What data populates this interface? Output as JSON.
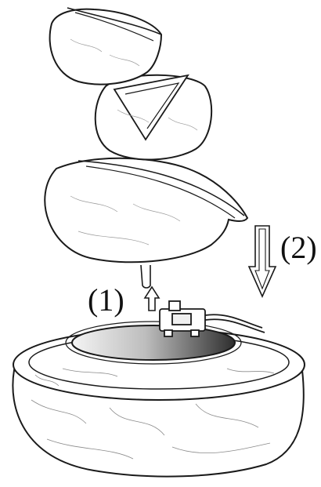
{
  "labels": {
    "step_1": "(1)",
    "step_2": "(2)"
  },
  "colors": {
    "line": "#1a1a1a",
    "sketch": "#6b6b6b",
    "paper": "#ffffff",
    "pump_body": "#ffffff",
    "basin_top_light": "#f2f2f2",
    "basin_top_dark": "#3a3a3a"
  },
  "icons": {
    "arrow_1": "up-arrow",
    "arrow_2": "down-arrow"
  }
}
